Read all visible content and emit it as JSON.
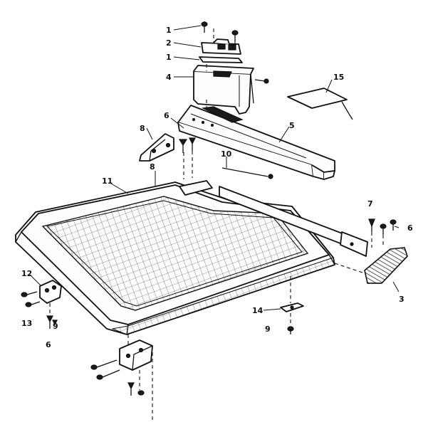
{
  "callouts": {
    "c1a": "1",
    "c2": "2",
    "c1b": "1",
    "c4": "4",
    "c15": "15",
    "c6a": "6",
    "c8a": "8",
    "c5": "5",
    "c10": "10",
    "c8b": "8",
    "c11": "11",
    "c7": "7",
    "c6b": "6",
    "c3": "3",
    "c12": "12",
    "c13": "13",
    "c9a": "9",
    "c14": "14",
    "c9b": "9",
    "c6c": "6"
  }
}
